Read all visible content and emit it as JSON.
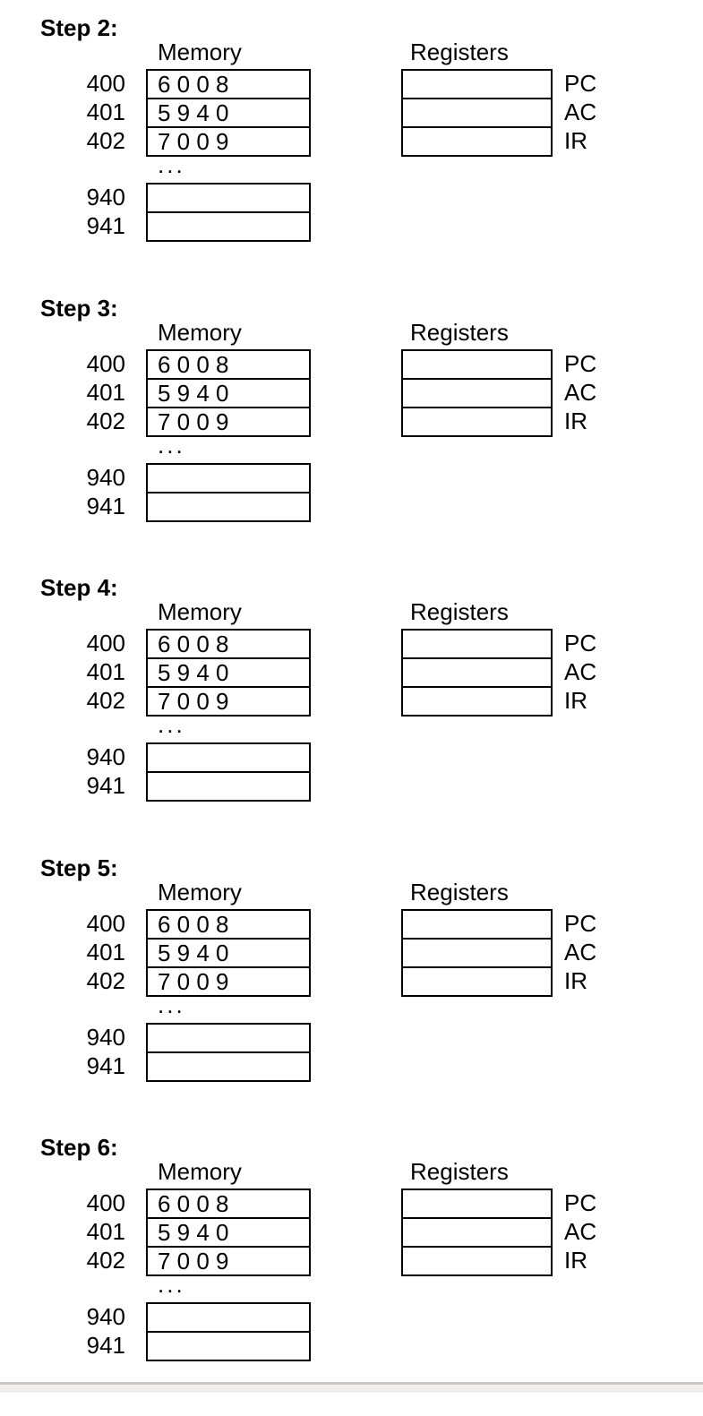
{
  "page": {
    "background": "#ffffff",
    "text_color": "#000000",
    "border_color": "#000000"
  },
  "scrollbar": {
    "track_color": "#f1f0ed",
    "edge_color": "#c8c8c6"
  },
  "sections": [
    {
      "title": "Step 2:",
      "memory": {
        "label": "Memory",
        "rows": [
          {
            "address": "400",
            "value": "6 0 0 8"
          },
          {
            "address": "401",
            "value": "5 9 4 0"
          },
          {
            "address": "402",
            "value": "7 0 0 9"
          }
        ],
        "ellipsis": "...",
        "extra_rows": [
          {
            "address": "940",
            "value": ""
          },
          {
            "address": "941",
            "value": ""
          }
        ]
      },
      "registers": {
        "label": "Registers",
        "rows": [
          {
            "name": "PC",
            "value": ""
          },
          {
            "name": "AC",
            "value": ""
          },
          {
            "name": "IR",
            "value": ""
          }
        ]
      }
    },
    {
      "title": "Step 3:",
      "memory": {
        "label": "Memory",
        "rows": [
          {
            "address": "400",
            "value": "6 0 0 8"
          },
          {
            "address": "401",
            "value": "5 9 4 0"
          },
          {
            "address": "402",
            "value": "7 0 0 9"
          }
        ],
        "ellipsis": "...",
        "extra_rows": [
          {
            "address": "940",
            "value": ""
          },
          {
            "address": "941",
            "value": ""
          }
        ]
      },
      "registers": {
        "label": "Registers",
        "rows": [
          {
            "name": "PC",
            "value": ""
          },
          {
            "name": "AC",
            "value": ""
          },
          {
            "name": "IR",
            "value": ""
          }
        ]
      }
    },
    {
      "title": "Step 4:",
      "memory": {
        "label": "Memory",
        "rows": [
          {
            "address": "400",
            "value": "6 0 0 8"
          },
          {
            "address": "401",
            "value": "5 9 4 0"
          },
          {
            "address": "402",
            "value": "7 0 0 9"
          }
        ],
        "ellipsis": "...",
        "extra_rows": [
          {
            "address": "940",
            "value": ""
          },
          {
            "address": "941",
            "value": ""
          }
        ]
      },
      "registers": {
        "label": "Registers",
        "rows": [
          {
            "name": "PC",
            "value": ""
          },
          {
            "name": "AC",
            "value": ""
          },
          {
            "name": "IR",
            "value": ""
          }
        ]
      }
    },
    {
      "title": "Step 5:",
      "memory": {
        "label": "Memory",
        "rows": [
          {
            "address": "400",
            "value": "6 0 0 8"
          },
          {
            "address": "401",
            "value": "5 9 4 0"
          },
          {
            "address": "402",
            "value": "7 0 0 9"
          }
        ],
        "ellipsis": "...",
        "extra_rows": [
          {
            "address": "940",
            "value": ""
          },
          {
            "address": "941",
            "value": ""
          }
        ]
      },
      "registers": {
        "label": "Registers",
        "rows": [
          {
            "name": "PC",
            "value": ""
          },
          {
            "name": "AC",
            "value": ""
          },
          {
            "name": "IR",
            "value": ""
          }
        ]
      }
    },
    {
      "title": "Step 6:",
      "memory": {
        "label": "Memory",
        "rows": [
          {
            "address": "400",
            "value": "6 0 0 8"
          },
          {
            "address": "401",
            "value": "5 9 4 0"
          },
          {
            "address": "402",
            "value": "7 0 0 9"
          }
        ],
        "ellipsis": "...",
        "extra_rows": [
          {
            "address": "940",
            "value": ""
          },
          {
            "address": "941",
            "value": ""
          }
        ]
      },
      "registers": {
        "label": "Registers",
        "rows": [
          {
            "name": "PC",
            "value": ""
          },
          {
            "name": "AC",
            "value": ""
          },
          {
            "name": "IR",
            "value": ""
          }
        ]
      }
    }
  ]
}
